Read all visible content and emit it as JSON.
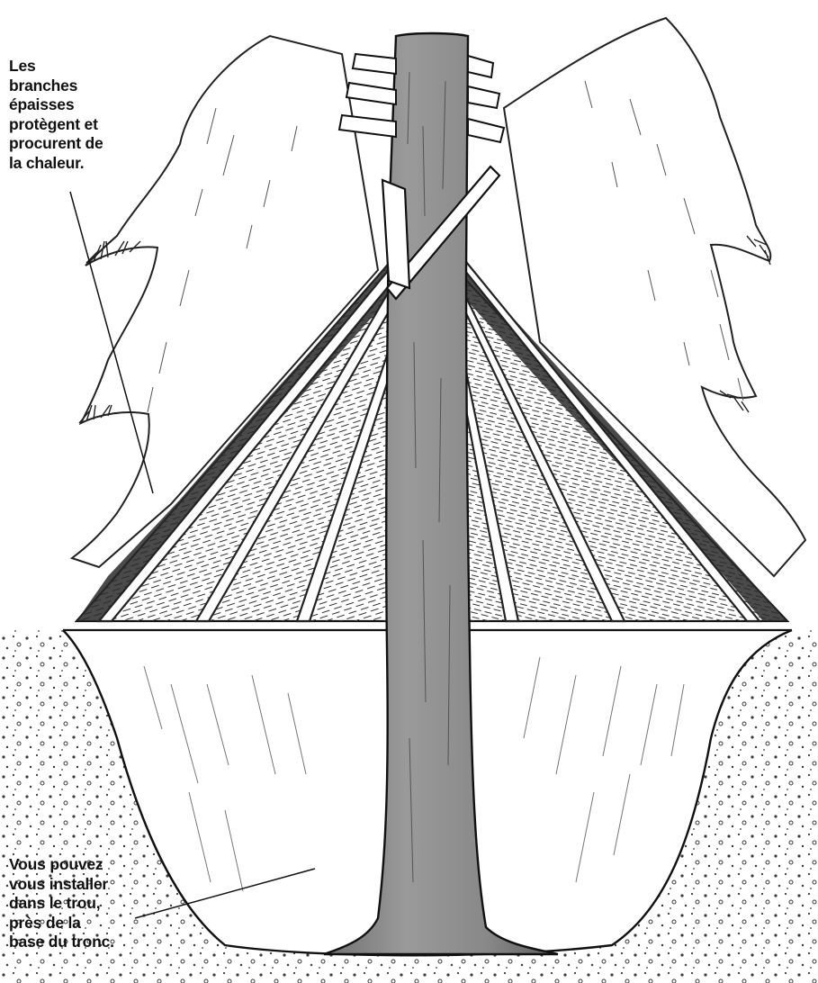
{
  "labels": {
    "top": "Les\nbranches\népaisses\nprotègent et\nprocurent de\nla chaleur.",
    "bottom": "Vous pouvez\nvous installer\ndans le trou,\nprès de la\nbase du tronc."
  },
  "colors": {
    "ink": "#111111",
    "trunk": "#8a8a8a",
    "trunk_dark": "#555555",
    "needles": "#2a2a2a",
    "snow": "#ffffff",
    "soil_dot": "#3a3a3a"
  },
  "icons": [
    "tree-trunk-illustration",
    "branch-roof-illustration",
    "snow-pit-illustration"
  ]
}
